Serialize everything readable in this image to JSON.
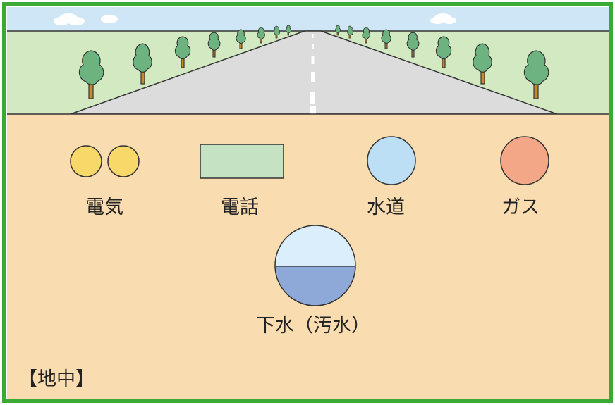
{
  "labels": {
    "electricity": "電気",
    "telephone": "電話",
    "water": "水道",
    "gas": "ガス",
    "sewage": "下水（汚水）",
    "underground": "【地中】"
  },
  "colors": {
    "border": "#3aaa35",
    "sky": "#cfe6f7",
    "grass": "#d2e9c2",
    "road": "#dcdcdc",
    "soil": "#f9dcb0",
    "tree": "#6cb37f",
    "trunk": "#c98a2b",
    "electricity": "#f9d86a",
    "telephone": "#c5e2c3",
    "water": "#bcdff6",
    "gas": "#f3a786",
    "sewage_top": "#dbeefc",
    "sewage_bottom": "#8ea9d7"
  }
}
